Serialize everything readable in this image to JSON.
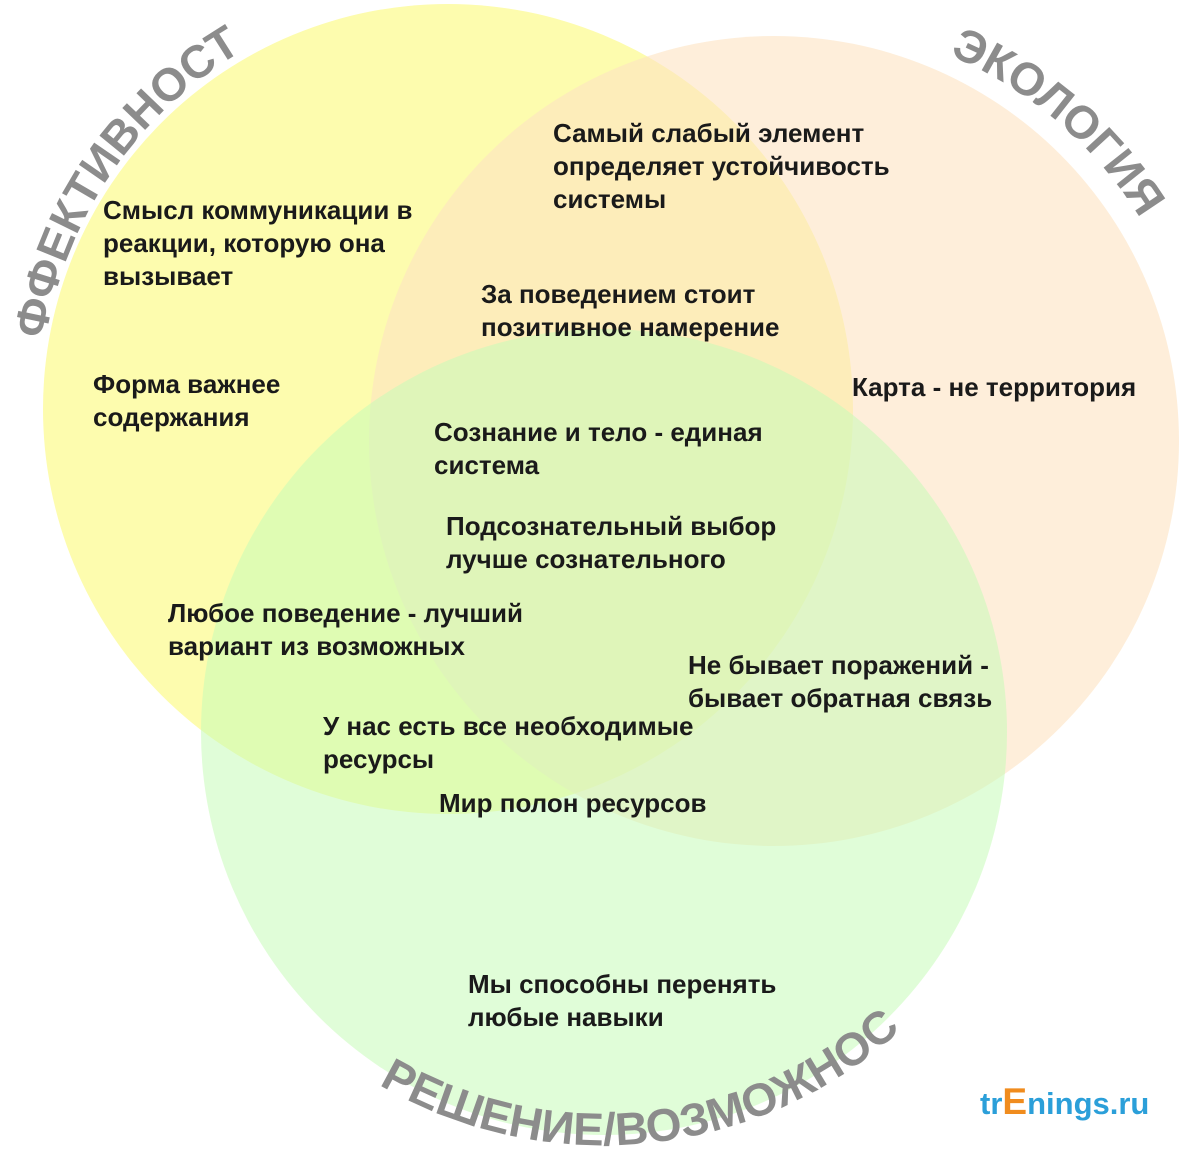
{
  "circles": {
    "effectiveness": {
      "label": "ЭФФЕКТИВНОСТЬ",
      "color": "#fdfcae"
    },
    "ecology": {
      "label": "ЭКОЛОГИЯ",
      "color": "#fde2c1"
    },
    "permission": {
      "label": "РАЗРЕШЕНИЕ/ВОЗМОЖНОСТЬ",
      "color": "#c6fcb8"
    }
  },
  "statements": {
    "meaning_of_communication": [
      "Смысл коммуникации в",
      "реакции, которую она",
      "вызывает"
    ],
    "form_over_content": [
      "Форма важнее",
      "содержания"
    ],
    "weakest_element": [
      "Самый слабый элемент",
      "определяет устойчивость",
      "системы"
    ],
    "map_not_territory": [
      "Карта - не территория"
    ],
    "positive_intention": [
      "За поведением стоит",
      "позитивное намерение"
    ],
    "mind_and_body": [
      "Сознание и тело - единая",
      "система"
    ],
    "subconscious_choice": [
      "Подсознательный выбор",
      "лучше сознательного"
    ],
    "best_choice": [
      "Любое поведение - лучший",
      "вариант из возможных"
    ],
    "no_failure": [
      "Не бывает поражений -",
      "бывает обратная связь"
    ],
    "all_resources": [
      "У нас есть все необходимые",
      "ресурсы"
    ],
    "world_of_resources": [
      "Мир полон ресурсов"
    ],
    "learn_any_skill": [
      "Мы способны перенять",
      "любые навыки"
    ]
  },
  "logo": {
    "prefix": "tr",
    "highlight": "E",
    "suffix": "nings.ru",
    "color": "#2b9fd9",
    "highlight_color": "#f08c1e"
  },
  "colors": {
    "text": "#1a1a1a",
    "arc_label": "#8c8c8c"
  }
}
